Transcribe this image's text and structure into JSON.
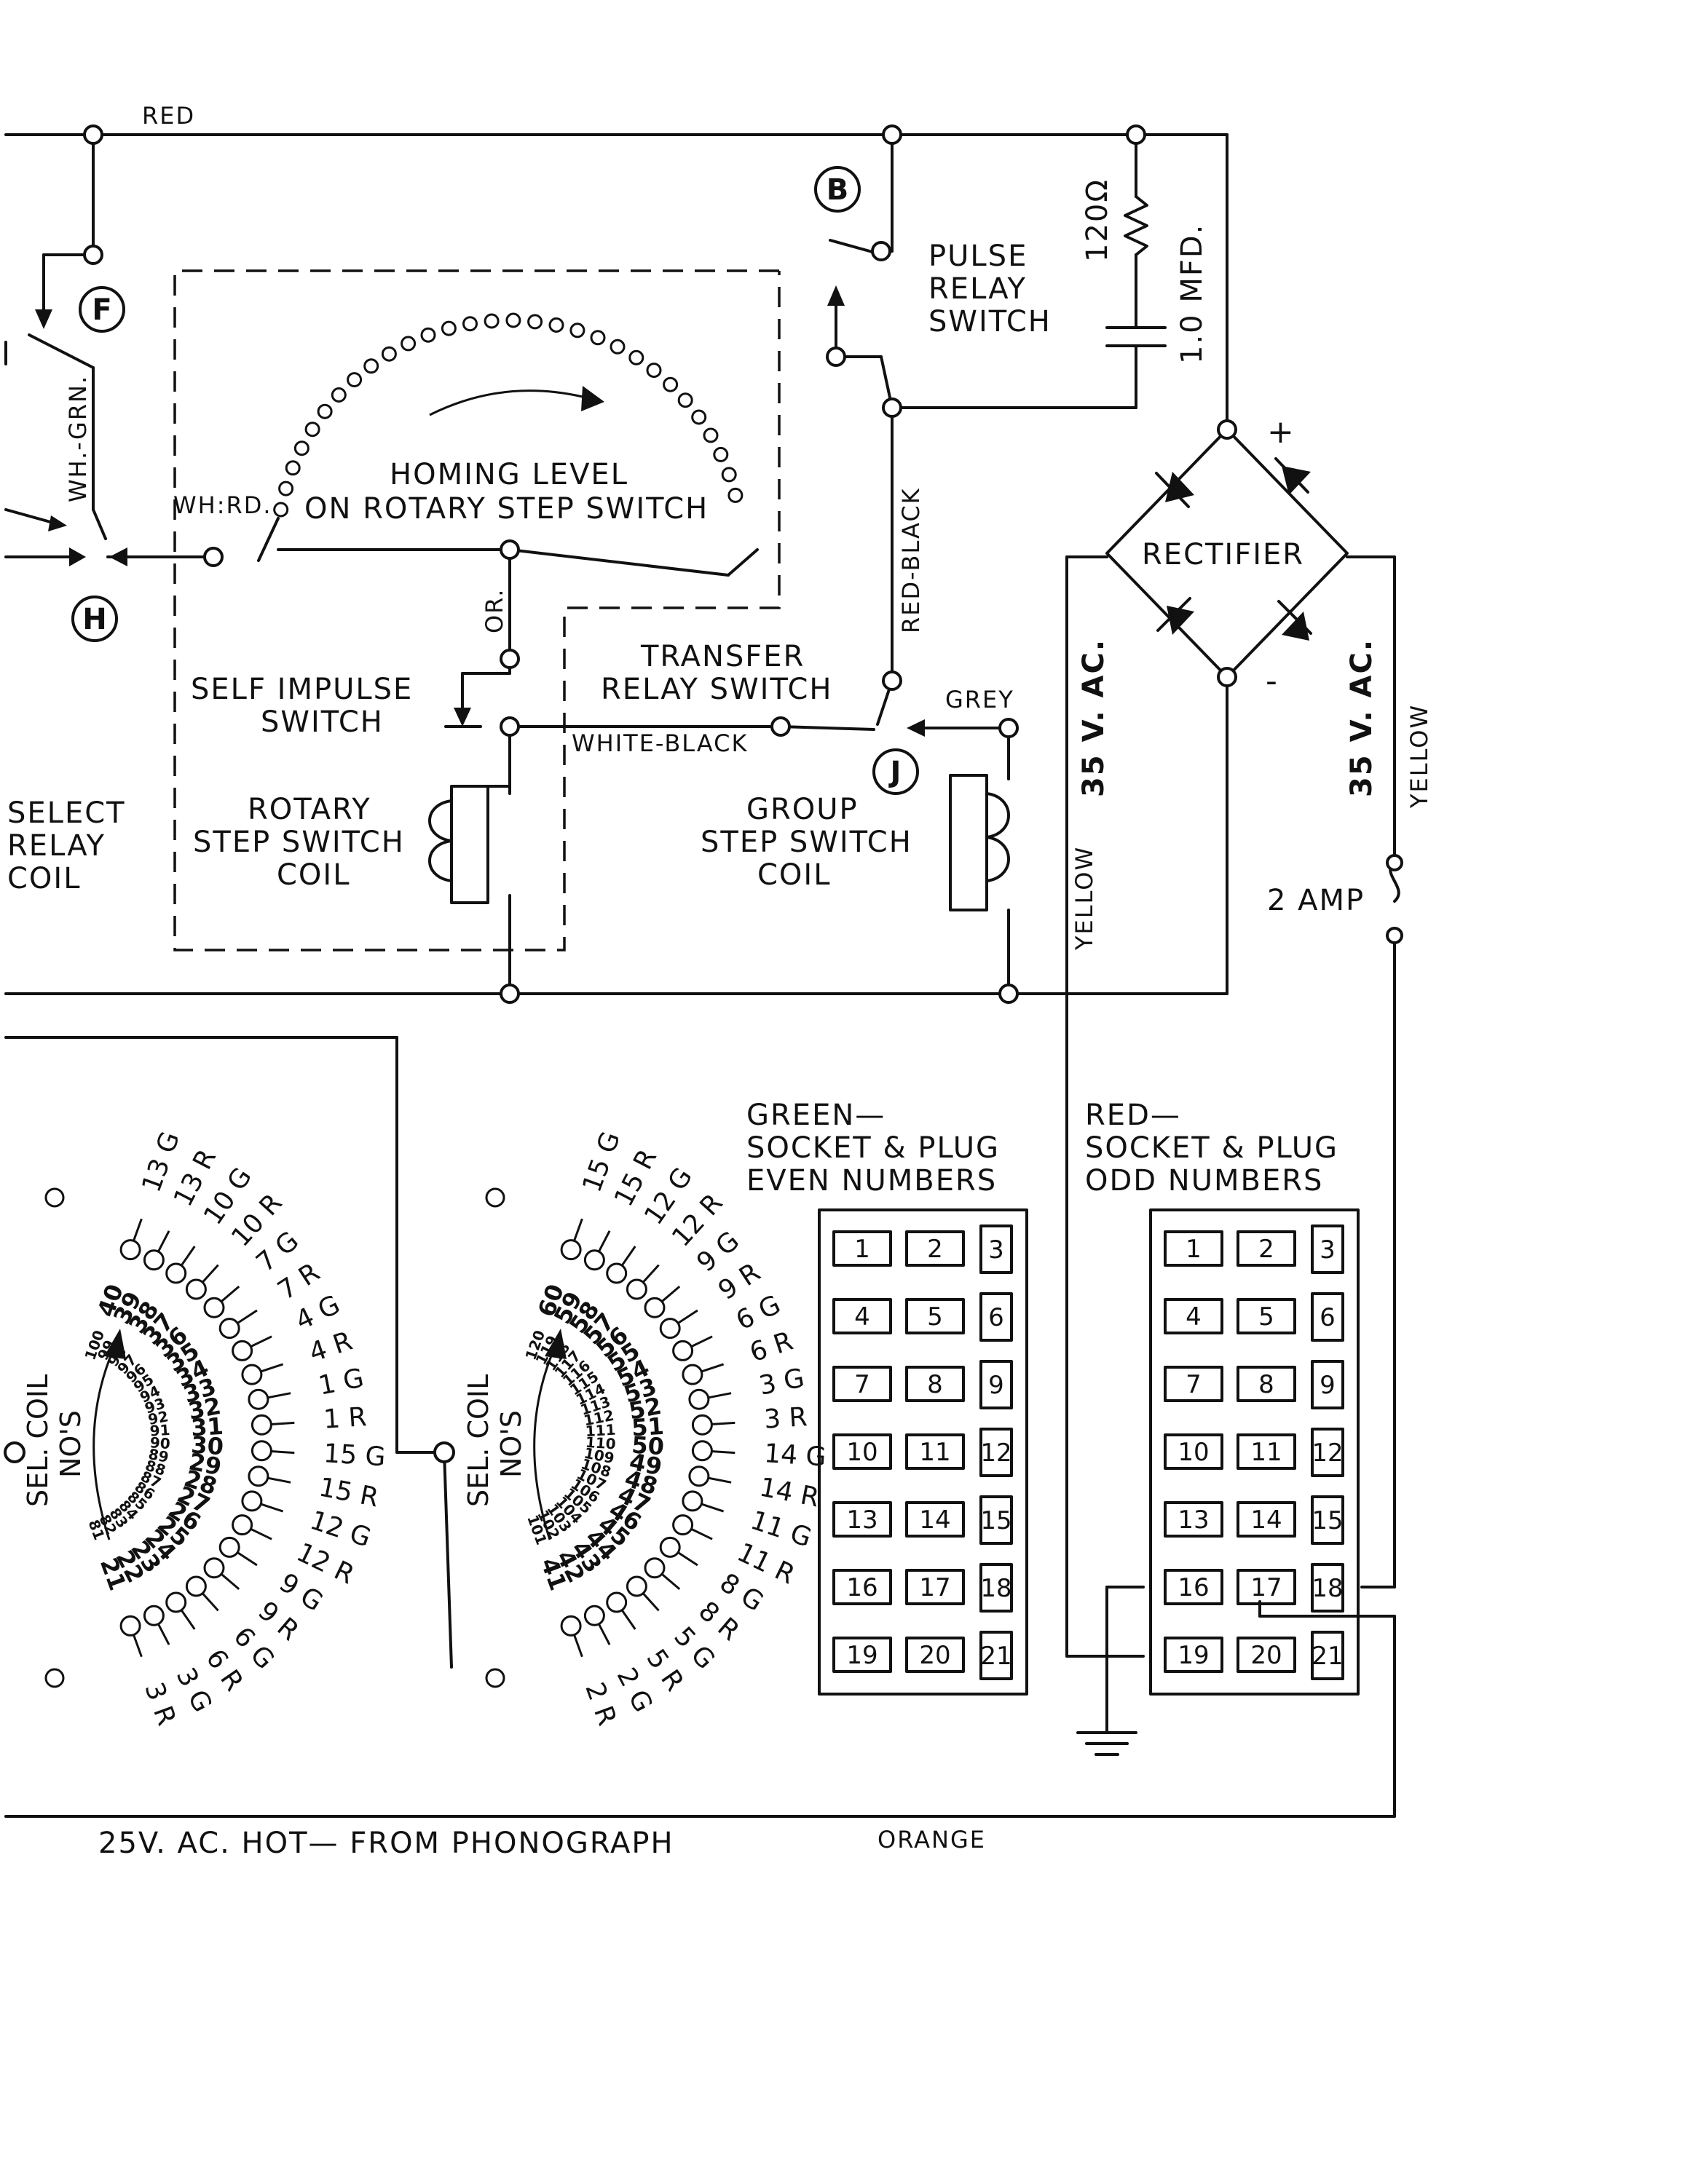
{
  "wire_colors": {
    "red": "RED",
    "wh_grn": "WH.-GRN.",
    "wh_rd": "WH:RD.",
    "orange_short": "OR.",
    "red_black": "RED-BLACK",
    "white_black": "WHITE-BLACK",
    "grey": "GREY",
    "yellow_left": "YELLOW",
    "yellow_right": "YELLOW",
    "orange": "ORANGE"
  },
  "terminals": {
    "b": "B",
    "f": "F",
    "h": "H",
    "j": "J"
  },
  "components": {
    "pulse_relay_switch": [
      "PULSE",
      "RELAY",
      "SWITCH"
    ],
    "resistor": "120Ω",
    "capacitor": "1.0 MFD.",
    "homing_level": [
      "HOMING LEVEL",
      "ON ROTARY STEP SWITCH"
    ],
    "rectifier": "RECTIFIER",
    "rectifier_plus": "+",
    "rectifier_minus": "-",
    "self_impulse_switch": [
      "SELF IMPULSE",
      "SWITCH"
    ],
    "transfer_relay_switch": [
      "TRANSFER",
      "RELAY SWITCH"
    ],
    "select_relay_coil": [
      "SELECT",
      "RELAY",
      "COIL"
    ],
    "rotary_step_switch_coil": [
      "ROTARY",
      "STEP SWITCH",
      "COIL"
    ],
    "group_step_switch_coil": [
      "GROUP",
      "STEP SWITCH",
      "COIL"
    ],
    "ac_left": "35 V. AC.",
    "ac_right": "35 V. AC.",
    "fuse": "2 AMP",
    "supply": "25V. AC. HOT— FROM PHONOGRAPH"
  },
  "connectors": {
    "green": {
      "title": [
        "GREEN—",
        "SOCKET & PLUG",
        "EVEN NUMBERS"
      ]
    },
    "red": {
      "title": [
        "RED—",
        "SOCKET & PLUG",
        "ODD NUMBERS"
      ]
    },
    "pins": [
      "1",
      "2",
      "3",
      "4",
      "5",
      "6",
      "7",
      "8",
      "9",
      "10",
      "11",
      "12",
      "13",
      "14",
      "15",
      "16",
      "17",
      "18",
      "19",
      "20",
      "21"
    ]
  },
  "dials": {
    "left": {
      "label": [
        "SEL. COIL",
        "NO'S"
      ],
      "outer": [
        "13 G",
        "13 R",
        "10 G",
        "10 R",
        "7 G",
        "7 R",
        "4 G",
        "4 R",
        "1 G",
        "1 R",
        "15 G",
        "15 R",
        "12 G",
        "12 R",
        "9 G",
        "9 R",
        "6 G",
        "6 R",
        "3 G",
        "3 R"
      ],
      "middle": [
        "40",
        "39",
        "38",
        "37",
        "36",
        "35",
        "34",
        "33",
        "32",
        "31",
        "30",
        "29",
        "28",
        "27",
        "26",
        "25",
        "24",
        "23",
        "22",
        "21"
      ],
      "inner": [
        "100",
        "99",
        "98",
        "97",
        "96",
        "95",
        "94",
        "93",
        "92",
        "91",
        "90",
        "89",
        "88",
        "87",
        "86",
        "85",
        "84",
        "83",
        "82",
        "81"
      ]
    },
    "right": {
      "label": [
        "SEL. COIL",
        "NO'S"
      ],
      "outer": [
        "15 G",
        "15 R",
        "12 G",
        "12 R",
        "9 G",
        "9 R",
        "6 G",
        "6 R",
        "3 G",
        "3 R",
        "14 G",
        "14 R",
        "11 G",
        "11 R",
        "8 G",
        "8 R",
        "5 G",
        "5 R",
        "2 G",
        "2 R"
      ],
      "middle": [
        "60",
        "59",
        "58",
        "57",
        "56",
        "55",
        "54",
        "53",
        "52",
        "51",
        "50",
        "49",
        "48",
        "47",
        "46",
        "45",
        "44",
        "43",
        "42",
        "41"
      ],
      "inner": [
        "120",
        "119",
        "118",
        "117",
        "116",
        "115",
        "114",
        "113",
        "112",
        "111",
        "110",
        "109",
        "108",
        "107",
        "106",
        "105",
        "104",
        "103",
        "102",
        "101"
      ]
    }
  }
}
